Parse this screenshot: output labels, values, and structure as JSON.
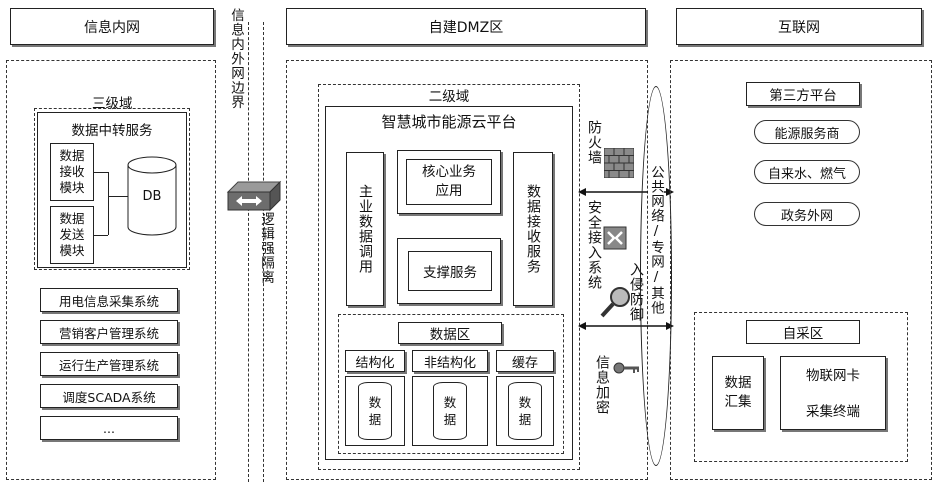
{
  "zones": {
    "intranet": "信息内网",
    "dmz": "自建DMZ区",
    "internet": "互联网"
  },
  "boundary": {
    "inner_outer": "信息内外网边界",
    "logical_isolation": "逻辑强隔离"
  },
  "intranet": {
    "level3": "三级域",
    "relay_service": "数据中转服务",
    "recv_module": "数据接收模块",
    "send_module": "数据发送模块",
    "db": "DB",
    "systems": [
      "用电信息采集系统",
      "营销客户管理系统",
      "运行生产管理系统",
      "调度SCADA系统",
      "..."
    ]
  },
  "dmz": {
    "level2": "二级域",
    "platform": "智慧城市能源云平台",
    "main_data_call": "主业数据调用",
    "core_app": "核心业务应用",
    "support": "支撑服务",
    "data_recv": "数据接收服务",
    "data_area": "数据区",
    "structured": "结构化",
    "unstructured": "非结构化",
    "cache": "缓存",
    "data": "数据"
  },
  "security": {
    "firewall": "防火墙",
    "secure_access": "安全接入系统",
    "intrusion": "入侵防御",
    "encryption": "信息加密",
    "network": "公共网络/专网/其他"
  },
  "internet": {
    "third_party": "第三方平台",
    "energy": "能源服务商",
    "water_gas": "自来水、燃气",
    "gov": "政务外网",
    "self_collect": "自采区",
    "data_collect": "数据汇集",
    "iot_card": "物联网卡",
    "terminal": "采集终端"
  }
}
